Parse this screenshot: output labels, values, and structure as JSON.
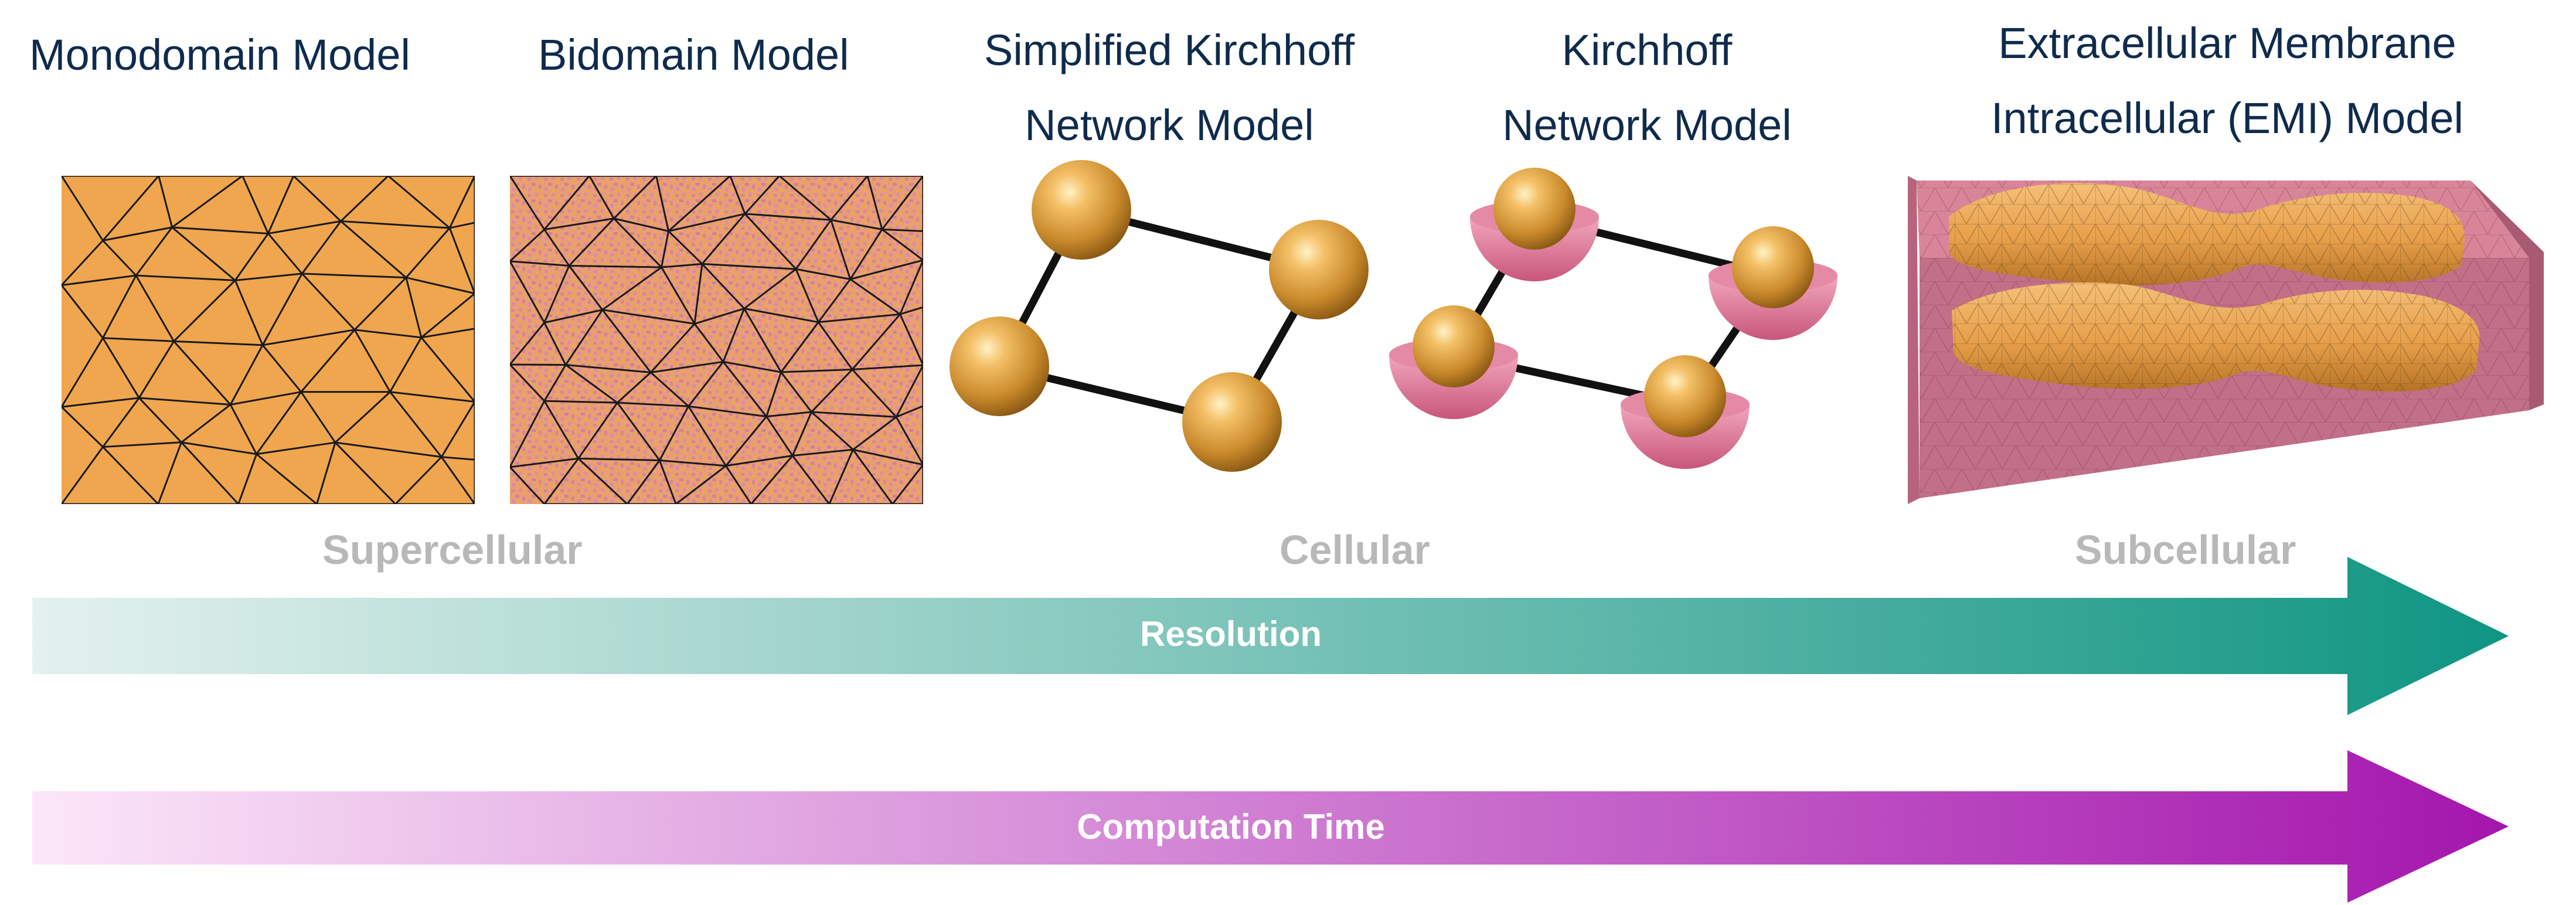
{
  "models": [
    {
      "id": "monodomain",
      "lines": [
        "Monodomain Model"
      ]
    },
    {
      "id": "bidomain",
      "lines": [
        "Bidomain Model"
      ]
    },
    {
      "id": "simplified-kirchhoff",
      "lines": [
        "Simplified Kirchhoff",
        "Network Model"
      ]
    },
    {
      "id": "kirchhoff",
      "lines": [
        "Kirchhoff",
        "Network Model"
      ]
    },
    {
      "id": "emi",
      "lines": [
        "Extracellular Membrane",
        "Intracellular (EMI) Model"
      ]
    }
  ],
  "scales": {
    "supercellular": "Supercellular",
    "cellular": "Cellular",
    "subcellular": "Subcellular"
  },
  "arrows": {
    "resolution": {
      "label": "Resolution",
      "color_start": "#e4f1ee",
      "color_end": "#0f9582"
    },
    "computation_time": {
      "label": "Computation Time",
      "color_start": "#fbe6f8",
      "color_end": "#a416ad"
    }
  },
  "colors": {
    "title": "#0f2b4c",
    "orange": "#f0a64e",
    "pink": "#d9849a",
    "scale_label": "#b8b8b8"
  }
}
